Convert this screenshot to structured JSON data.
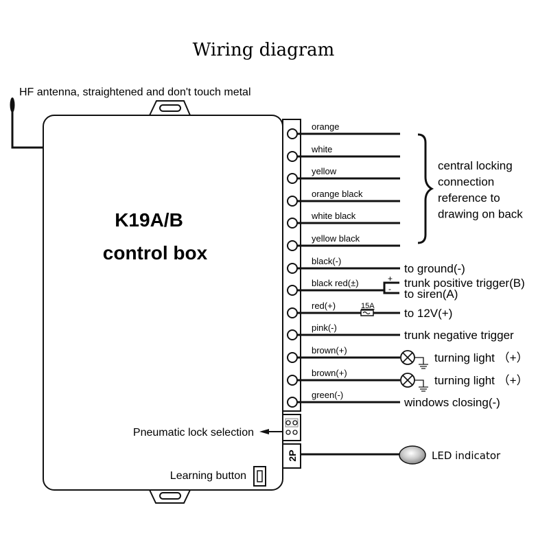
{
  "title": "Wiring diagram",
  "antenna": {
    "label": "HF antenna, straightened and don't touch metal"
  },
  "control_box": {
    "model": "K19A/B",
    "name": "control box",
    "pneumatic_lock_label": "Pneumatic lock selection",
    "learning_button_label": "Learning button",
    "connector_2p_label": "2P"
  },
  "central_locking": {
    "note_lines": [
      "central locking",
      "connection",
      "reference to",
      "drawing on back"
    ]
  },
  "wires": [
    {
      "color_label": "orange",
      "destination": ""
    },
    {
      "color_label": "white",
      "destination": ""
    },
    {
      "color_label": "yellow",
      "destination": ""
    },
    {
      "color_label": "orange black",
      "destination": ""
    },
    {
      "color_label": "white black",
      "destination": ""
    },
    {
      "color_label": "yellow black",
      "destination": ""
    },
    {
      "color_label": "black(-)",
      "destination": "to ground(-)"
    },
    {
      "color_label": "black red(±)",
      "destination": "trunk positive trigger(B)",
      "destination2": "to siren(A)",
      "plus": "+",
      "minus": "-"
    },
    {
      "color_label": "red(+)",
      "destination": "to 12V(+)",
      "fuse": "15A"
    },
    {
      "color_label": "pink(-)",
      "destination": "trunk negative trigger"
    },
    {
      "color_label": "brown(+)",
      "destination": "turning light （+）"
    },
    {
      "color_label": "brown(+)",
      "destination": "turning light （+）"
    },
    {
      "color_label": "green(-)",
      "destination": "windows closing(-)"
    }
  ],
  "led": {
    "label": "LED indicator"
  }
}
